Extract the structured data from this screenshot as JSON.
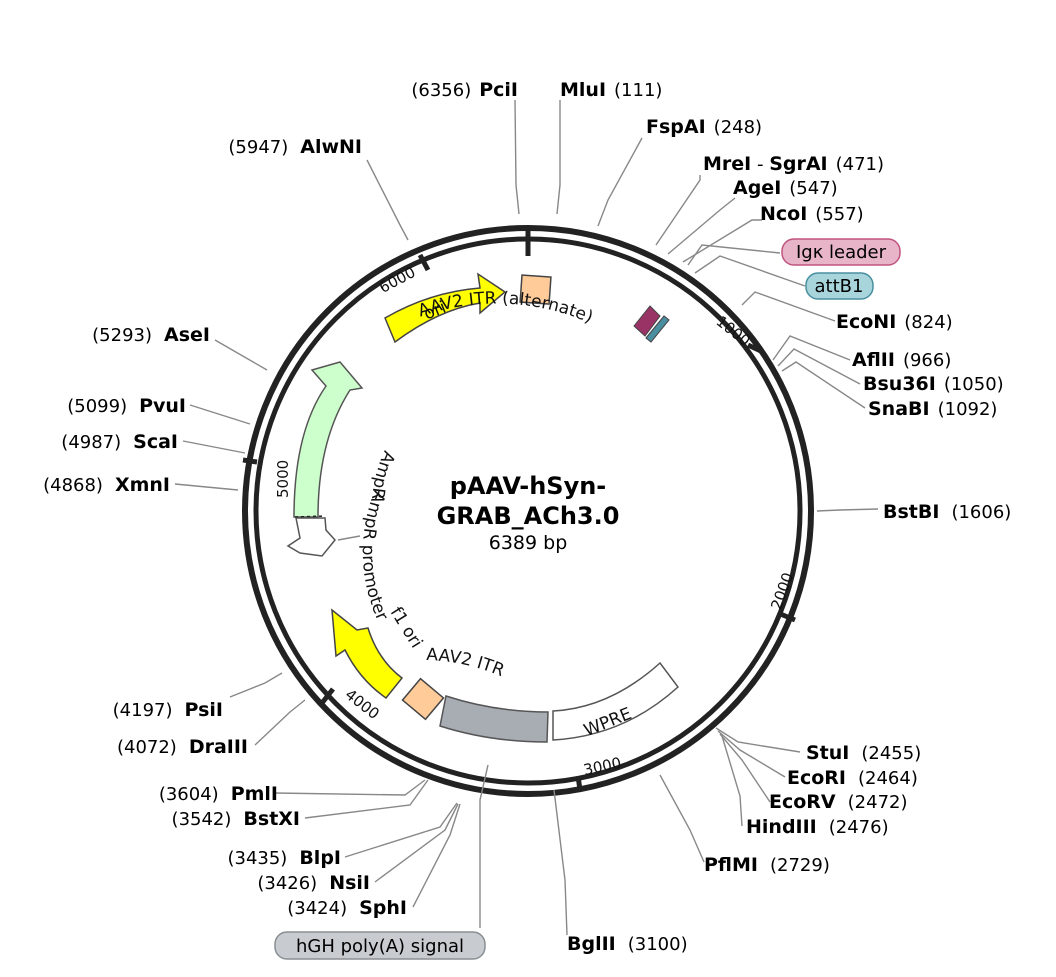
{
  "plasmid": {
    "name_line1": "pAAV-hSyn-",
    "name_line2": "GRAB_ACh3.0",
    "size": "6389 bp"
  },
  "ticks": [
    "1000",
    "2000",
    "3000",
    "4000",
    "5000",
    "6000"
  ],
  "sites": [
    {
      "name": "PciI",
      "pos": "(6356)"
    },
    {
      "name": "MluI",
      "pos": "(111)"
    },
    {
      "name": "FspAI",
      "pos": "(248)"
    },
    {
      "name": "MreI",
      "sep": " - ",
      "name2": "SgrAI",
      "pos": "(471)"
    },
    {
      "name": "AgeI",
      "pos": "(547)"
    },
    {
      "name": "NcoI",
      "pos": "(557)"
    },
    {
      "name": "EcoNI",
      "pos": "(824)"
    },
    {
      "name": "AflII",
      "pos": "(966)"
    },
    {
      "name": "Bsu36I",
      "pos": "(1050)"
    },
    {
      "name": "SnaBI",
      "pos": "(1092)"
    },
    {
      "name": "BstBI",
      "pos": "(1606)"
    },
    {
      "name": "StuI",
      "pos": "(2455)"
    },
    {
      "name": "EcoRI",
      "pos": "(2464)"
    },
    {
      "name": "EcoRV",
      "pos": "(2472)"
    },
    {
      "name": "HindIII",
      "pos": "(2476)"
    },
    {
      "name": "PflMI",
      "pos": "(2729)"
    },
    {
      "name": "BglII",
      "pos": "(3100)"
    },
    {
      "name": "SphI",
      "pos": "(3424)"
    },
    {
      "name": "NsiI",
      "pos": "(3426)"
    },
    {
      "name": "BlpI",
      "pos": "(3435)"
    },
    {
      "name": "BstXI",
      "pos": "(3542)"
    },
    {
      "name": "PmlI",
      "pos": "(3604)"
    },
    {
      "name": "DraIII",
      "pos": "(4072)"
    },
    {
      "name": "PsiI",
      "pos": "(4197)"
    },
    {
      "name": "XmnI",
      "pos": "(4868)"
    },
    {
      "name": "ScaI",
      "pos": "(4987)"
    },
    {
      "name": "PvuI",
      "pos": "(5099)"
    },
    {
      "name": "AseI",
      "pos": "(5293)"
    },
    {
      "name": "AlwNI",
      "pos": "(5947)"
    }
  ],
  "boxed_features": [
    {
      "label": "Igκ leader",
      "color": "#e8b4c8",
      "border": "#c0557f"
    },
    {
      "label": "attB1",
      "color": "#a8d4dc",
      "border": "#4a8fa0"
    },
    {
      "label": "hGH poly(A) signal",
      "color": "#c8ccd0",
      "border": "#8a8f94"
    }
  ],
  "features": {
    "ori": {
      "label": "ori",
      "color": "#ffff00"
    },
    "itr_alt": {
      "label": "AAV2 ITR (alternate)",
      "color": "#ffcc99"
    },
    "ampr": {
      "label": "AmpR",
      "color": "#ccffcc"
    },
    "ampr_promoter": {
      "label": "AmpR promoter",
      "color": "#ffffff"
    },
    "f1_ori": {
      "label": "f1 ori",
      "color": "#ffff00"
    },
    "itr": {
      "label": "AAV2 ITR",
      "color": "#ffcc99"
    },
    "wpre": {
      "label": "WPRE",
      "color": "#ffffff"
    },
    "hgh": {
      "label": "hGH poly(A) signal",
      "color": "#a8adb3"
    },
    "igk": {
      "label": "Igκ leader",
      "color": "#993366"
    },
    "attb1": {
      "label": "attB1",
      "color": "#4a8fa0"
    }
  }
}
